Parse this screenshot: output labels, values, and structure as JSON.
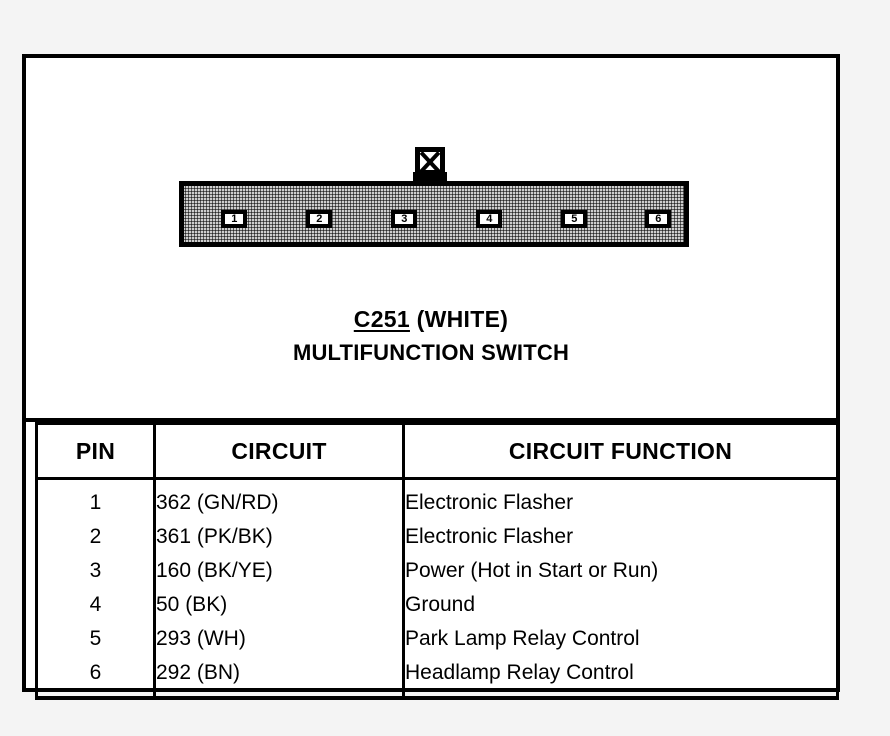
{
  "figure": {
    "connector": {
      "tab_icon": "x-cross-icon",
      "pins": [
        "1",
        "2",
        "3",
        "4",
        "5",
        "6"
      ]
    },
    "caption": {
      "code": "C251",
      "color": "(WHITE)",
      "component": "MULTIFUNCTION SWITCH"
    }
  },
  "table": {
    "headers": [
      "PIN",
      "CIRCUIT",
      "CIRCUIT FUNCTION"
    ],
    "rows": [
      {
        "pin": "1",
        "circuit": "362 (GN/RD)",
        "function": "Electronic Flasher"
      },
      {
        "pin": "2",
        "circuit": "361 (PK/BK)",
        "function": "Electronic Flasher"
      },
      {
        "pin": "3",
        "circuit": "160 (BK/YE)",
        "function": "Power (Hot in Start or Run)"
      },
      {
        "pin": "4",
        "circuit": "50 (BK)",
        "function": "Ground"
      },
      {
        "pin": "5",
        "circuit": "293 (WH)",
        "function": "Park Lamp Relay Control"
      },
      {
        "pin": "6",
        "circuit": "292 (BN)",
        "function": "Headlamp Relay Control"
      }
    ]
  },
  "colors": {
    "ink": "#000000",
    "paper": "#ffffff",
    "connector_fill": "#cfcfcf"
  }
}
